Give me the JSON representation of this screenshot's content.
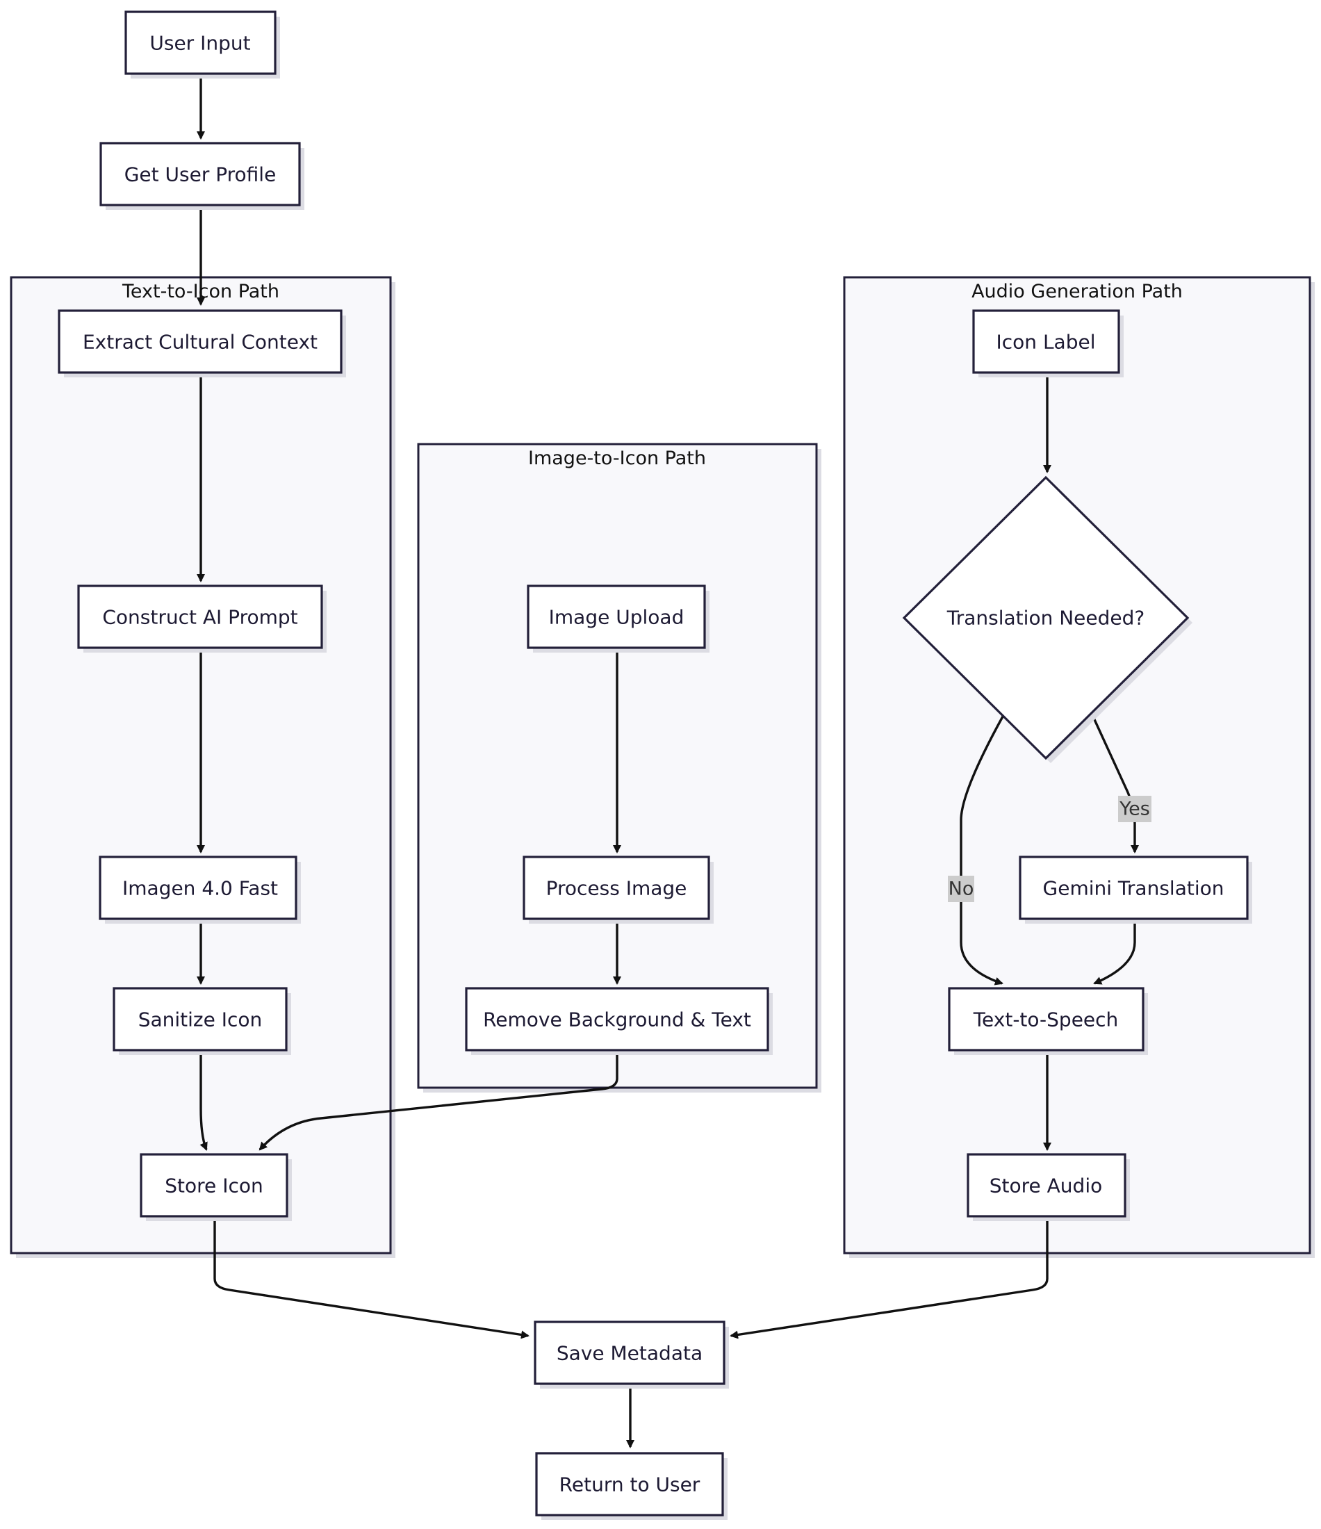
{
  "clusters": {
    "text_to_icon": "Text-to-Icon Path",
    "image_to_icon": "Image-to-Icon Path",
    "audio": "Audio Generation Path"
  },
  "nodes": {
    "user_input": "User Input",
    "get_user_profile": "Get User Profile",
    "extract_cultural_context": "Extract Cultural Context",
    "construct_ai_prompt": "Construct AI Prompt",
    "imagen": "Imagen 4.0 Fast",
    "sanitize_icon": "Sanitize Icon",
    "store_icon": "Store Icon",
    "image_upload": "Image Upload",
    "process_image": "Process Image",
    "remove_background": "Remove Background & Text",
    "icon_label": "Icon Label",
    "translation_needed": "Translation Needed?",
    "gemini_translation": "Gemini Translation",
    "text_to_speech": "Text-to-Speech",
    "store_audio": "Store Audio",
    "save_metadata": "Save Metadata",
    "return_to_user": "Return to User"
  },
  "edge_labels": {
    "yes": "Yes",
    "no": "No"
  }
}
